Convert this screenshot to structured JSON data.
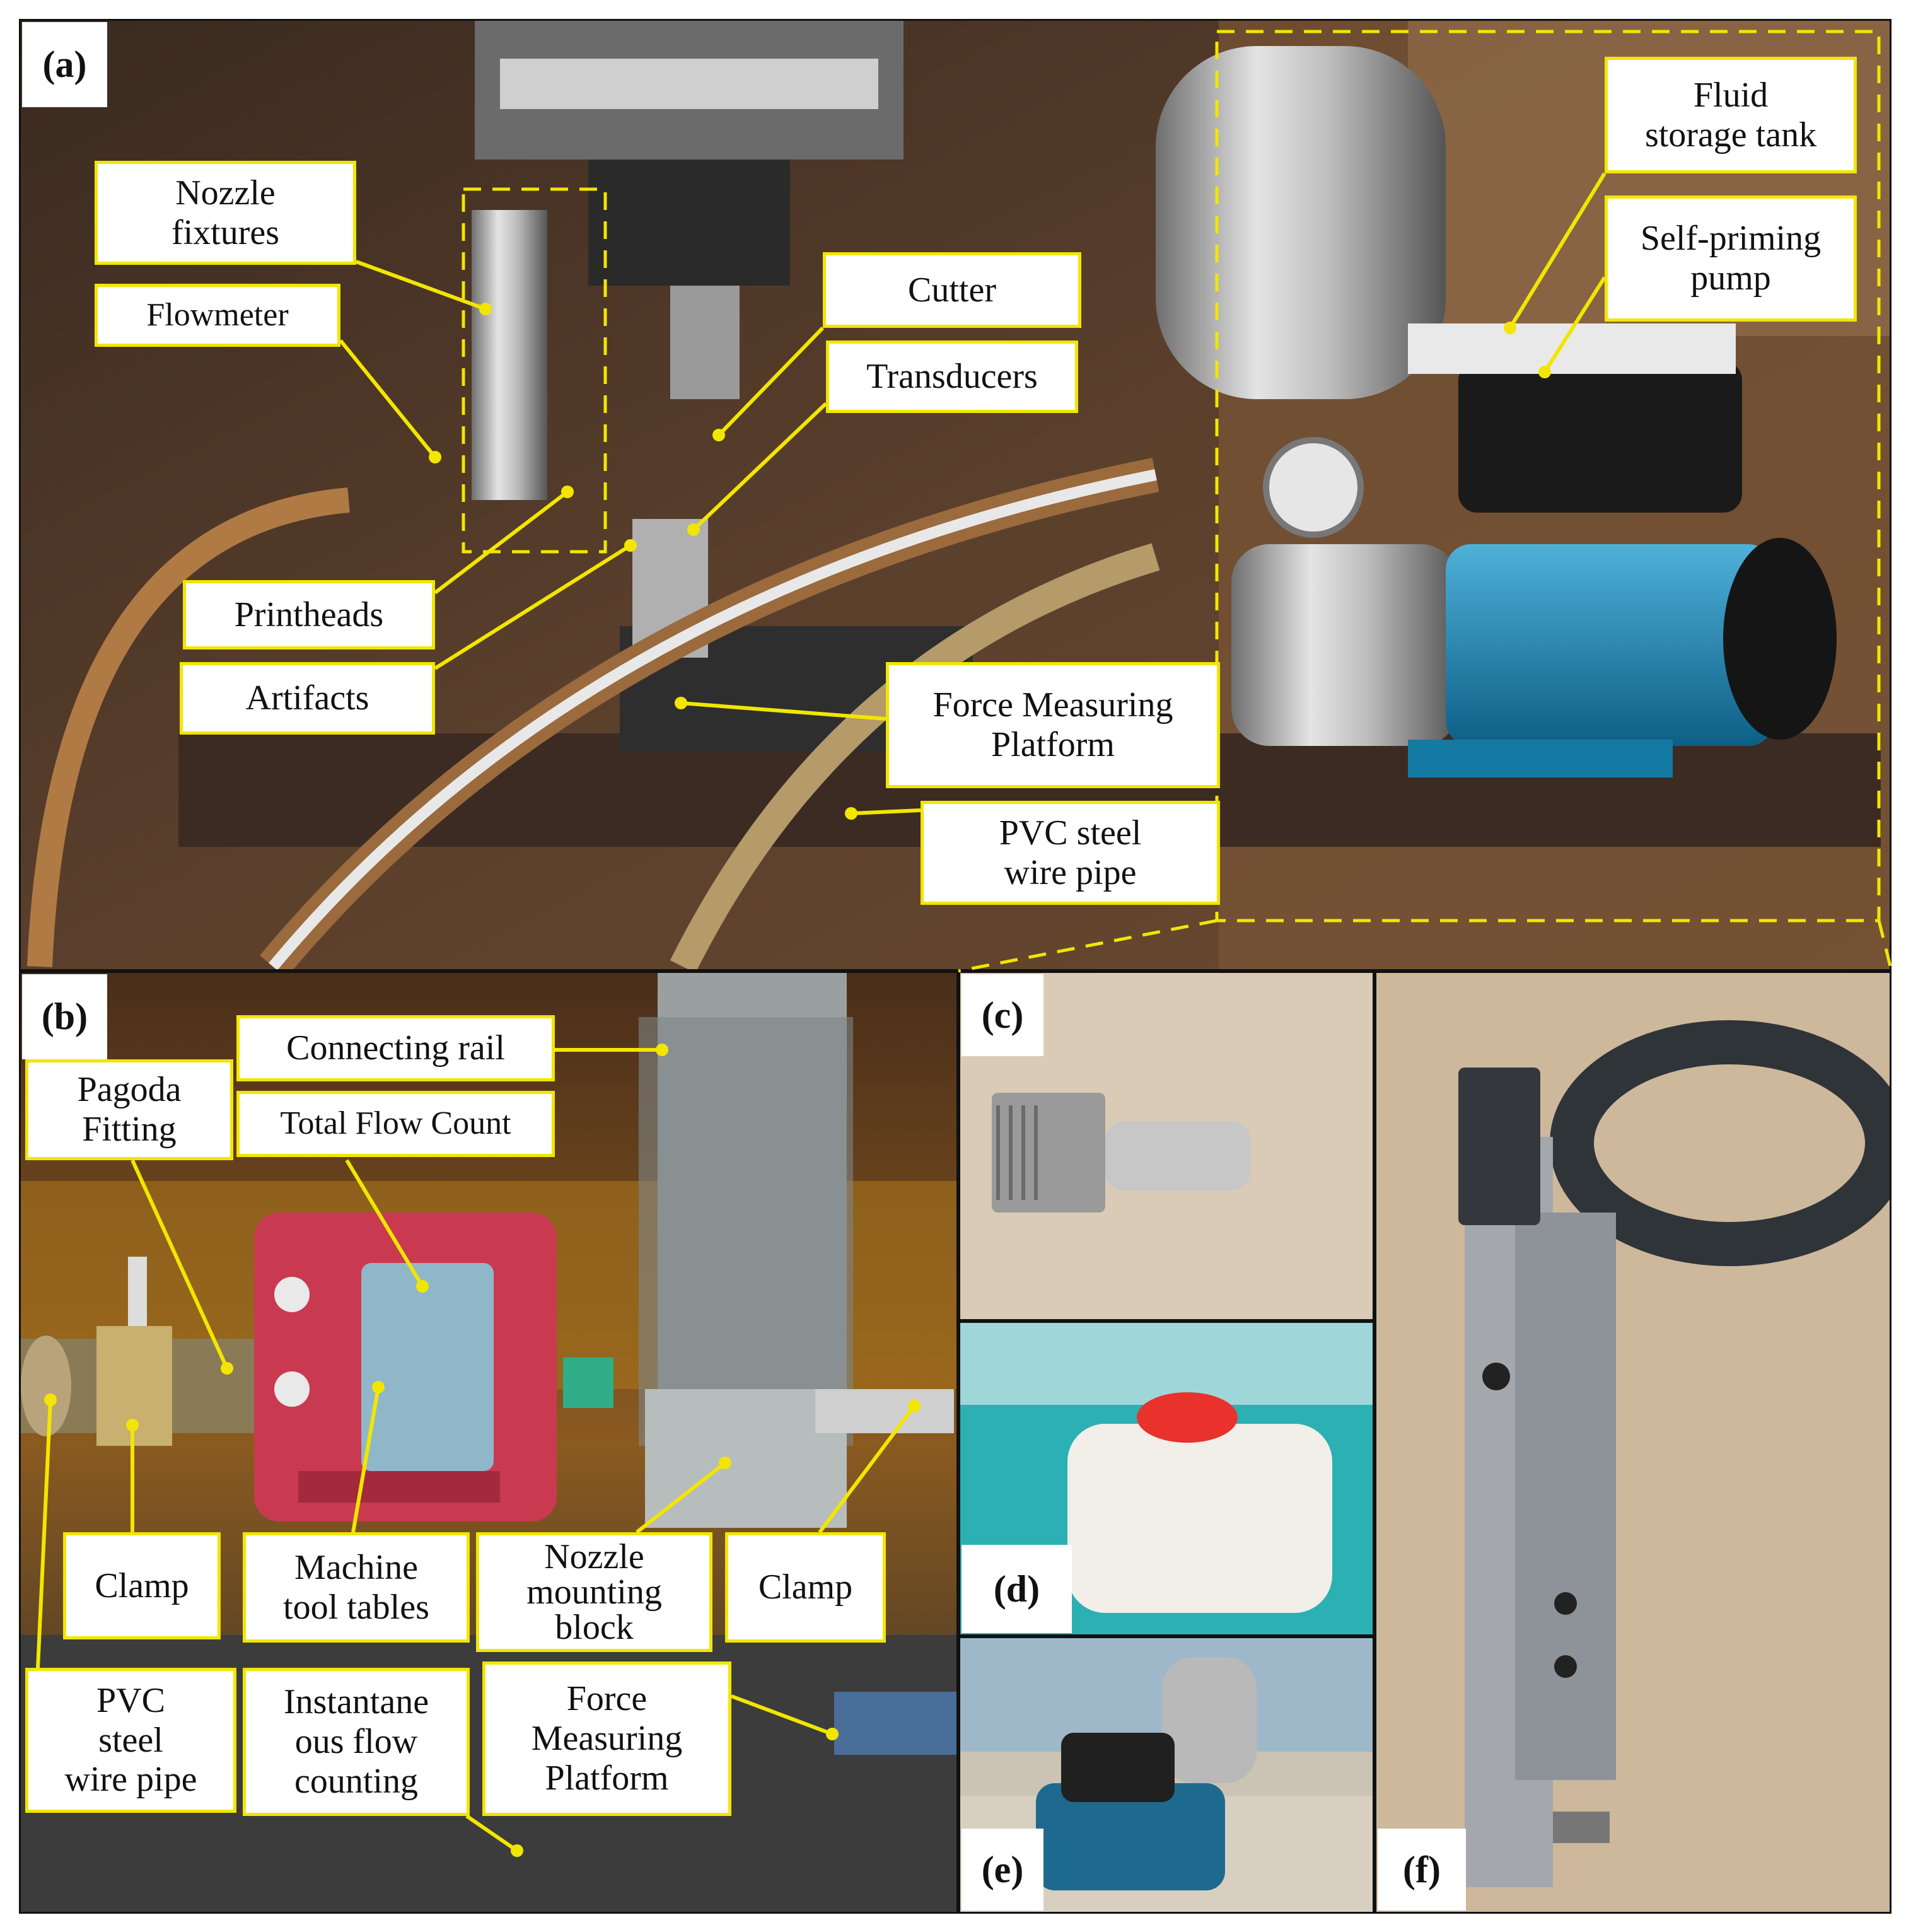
{
  "panels": {
    "a": {
      "tag": "(a)"
    },
    "b": {
      "tag": "(b)"
    },
    "c": {
      "tag": "(c)"
    },
    "d": {
      "tag": "(d)"
    },
    "e": {
      "tag": "(e)"
    },
    "f": {
      "tag": "(f)"
    }
  },
  "labels_a": {
    "nozzle_fixtures": "Nozzle\nfixtures",
    "flowmeter": "Flowmeter",
    "cutter": "Cutter",
    "transducers": "Transducers",
    "printheads": "Printheads",
    "artifacts": "Artifacts",
    "force_platform": "Force Measuring\nPlatform",
    "pvc_pipe": "PVC steel\nwire pipe",
    "fluid_tank": "Fluid\nstorage tank",
    "pump": "Self-priming\npump"
  },
  "labels_b": {
    "connecting_rail": "Connecting rail",
    "pagoda_fitting": "Pagoda\nFitting",
    "total_flow": "Total Flow Count",
    "clamp_left": "Clamp",
    "machine_tables": "Machine\ntool tables",
    "nozzle_block": "Nozzle\nmounting\nblock",
    "clamp_right": "Clamp",
    "pvc_pipe": "PVC\nsteel\nwire pipe",
    "instant_flow": "Instantane\nous flow\ncounting",
    "force_platform": "Force\nMeasuring\nPlatform"
  },
  "colors": {
    "callout": "#f2e600",
    "dashed": "#f2e600"
  }
}
